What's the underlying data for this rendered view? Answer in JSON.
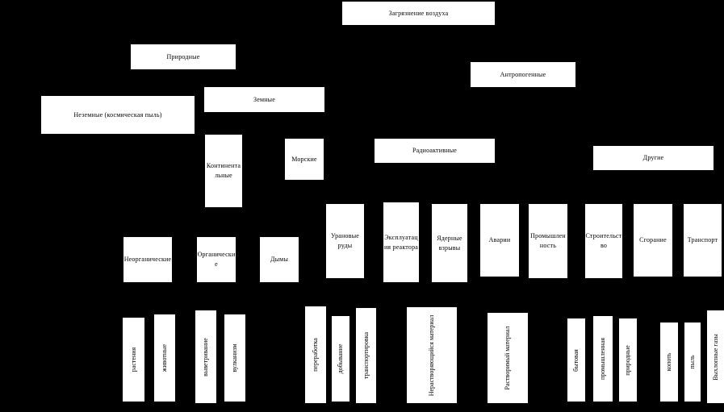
{
  "diagram": {
    "title": "Загрязнение воздуха",
    "background_color": "#000000",
    "node_color": "#ffffff",
    "text_color": "#000000",
    "nodes": {
      "root": "Загрязнение воздуха",
      "natural": "Природные",
      "anthropogenic": "Антропогенные",
      "extraterrestrial": "Неземные (космическая пыль)",
      "terrestrial": "Земные",
      "continental": "Континентальные",
      "marine": "Морские",
      "radioactive": "Радиоактивные",
      "other": "Другие",
      "inorganic": "Неорганические",
      "organic": "Органические",
      "smokes": "Дымы",
      "uranium_ores": "Урановые руды",
      "reactor_operation": "Эксплуатация реактора",
      "nuclear_explosions": "Ядерные взрывы",
      "accidents": "Аварии",
      "industry": "Промышленность",
      "construction": "Строительство",
      "combustion": "Сгорание",
      "transport": "Транспорт",
      "plants": "растения",
      "animals": "животные",
      "weathering": "выветривание",
      "volcanism": "вулканизм",
      "processing": "переработка",
      "extraction": "добывание",
      "transportation": "транспортировка",
      "insoluble_material": "Нерастворяющийся материал",
      "soluble_material": "Растворимый материал",
      "household": "бытовая",
      "industrial": "промышленная",
      "natural_kind": "природные",
      "soot": "копоть",
      "dust": "пыль",
      "exhaust_gases": "Выхлопные газы"
    }
  }
}
